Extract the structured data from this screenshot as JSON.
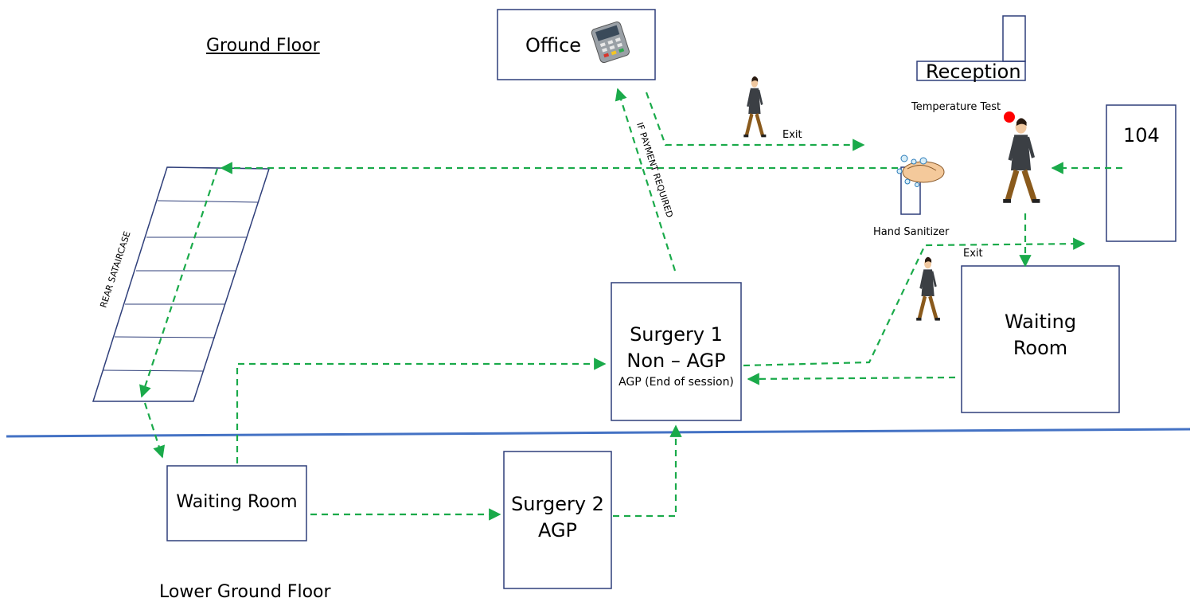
{
  "floors": {
    "ground": "Ground Floor",
    "lower_ground": "Lower Ground Floor"
  },
  "rooms": {
    "office": "Office",
    "reception": "Reception",
    "room_104": "104",
    "surgery1_line1": "Surgery 1",
    "surgery1_line2": "Non – AGP",
    "surgery1_line3": "AGP (End of session)",
    "waiting_room_upper_line1": "Waiting",
    "waiting_room_upper_line2": "Room",
    "waiting_room_lower": "Waiting Room",
    "surgery2_line1": "Surgery 2",
    "surgery2_line2": "AGP"
  },
  "labels": {
    "temperature_test": "Temperature Test",
    "hand_sanitizer": "Hand Sanitizer",
    "exit_top": "Exit",
    "exit_right": "Exit",
    "payment": "IF PAYMENT REQUIRED",
    "staircase": "REAR SATAIRCASE"
  },
  "icons": {
    "card_terminal": "card-terminal-icon",
    "walking_person": "walking-person-icon",
    "hand_wash": "hand-wash-icon",
    "temperature_dot": "red-dot-icon"
  },
  "colors": {
    "box_border": "#2f3f7a",
    "arrow": "#1aaa4a",
    "floor_divider": "#4472c4",
    "temperature_dot": "#ff0000"
  }
}
